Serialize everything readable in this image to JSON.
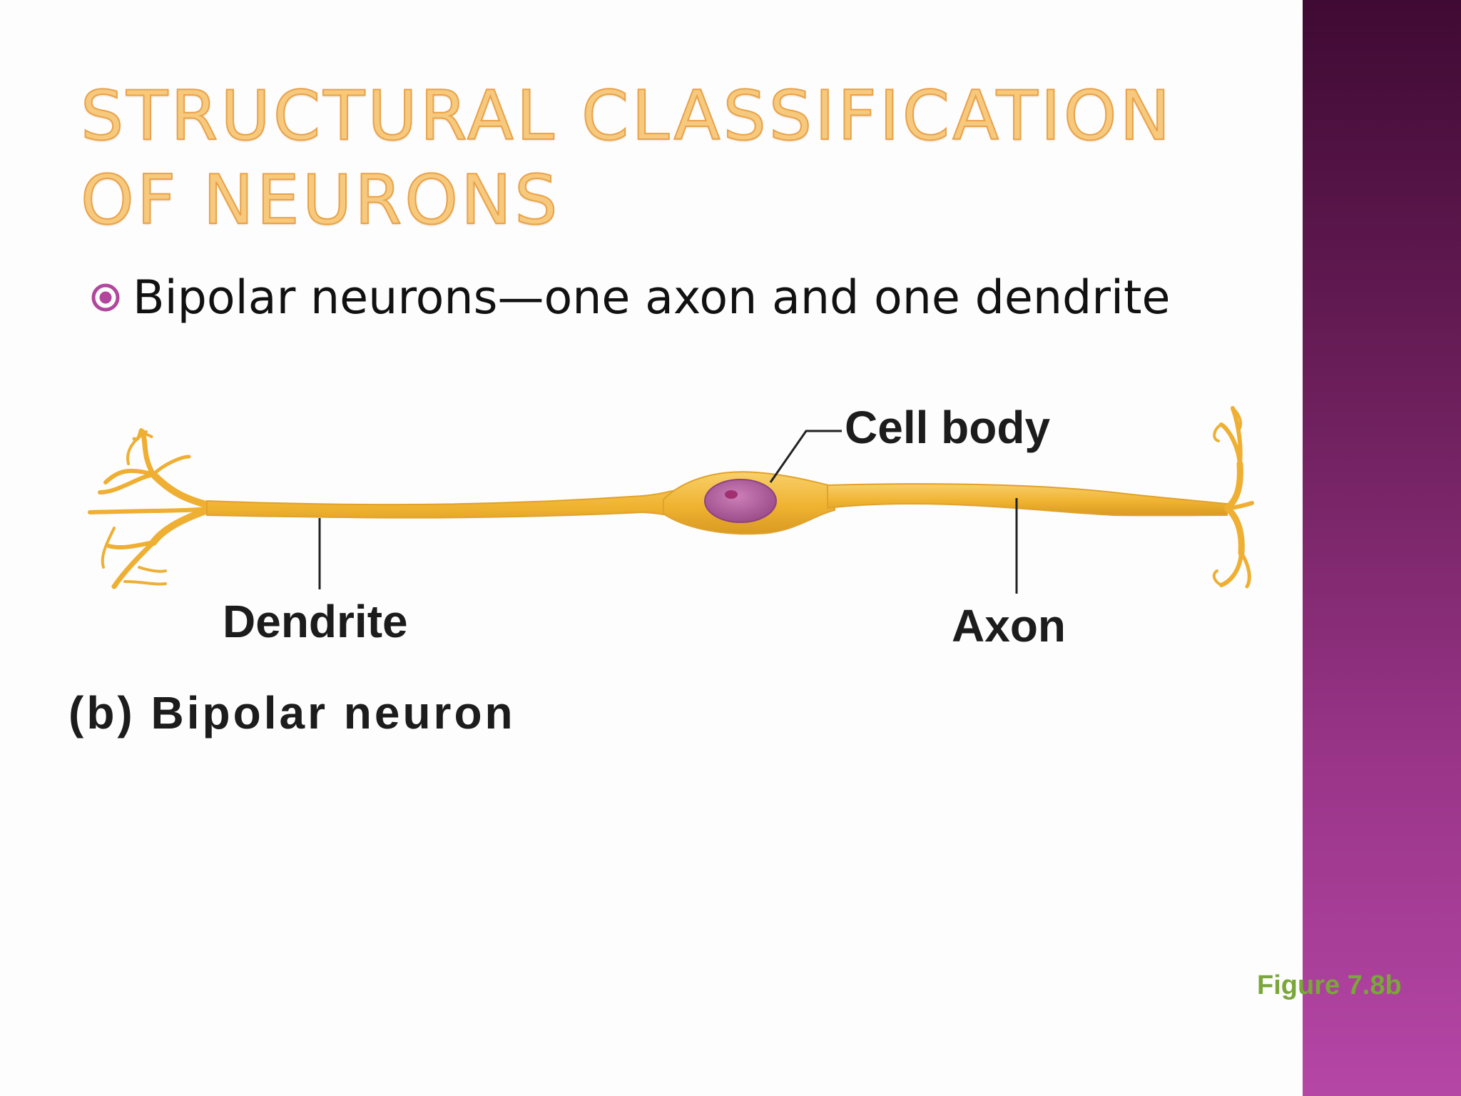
{
  "slide": {
    "title": "STRUCTURAL CLASSIFICATION OF NEURONS",
    "bullet": "Bipolar neurons—one axon and one dendrite",
    "accent_color": "#b0479c",
    "title_color": "#f7c97d",
    "sidebar_colors": [
      "#3f0a33",
      "#b546a6"
    ]
  },
  "diagram": {
    "labels": {
      "cell_body": "Cell body",
      "dendrite": "Dendrite",
      "axon": "Axon"
    },
    "caption": "(b) Bipolar neuron",
    "neuron_color": "#f2b73d",
    "nucleus_color": "#b0639f"
  },
  "figure_ref": "Figure 7.8b"
}
